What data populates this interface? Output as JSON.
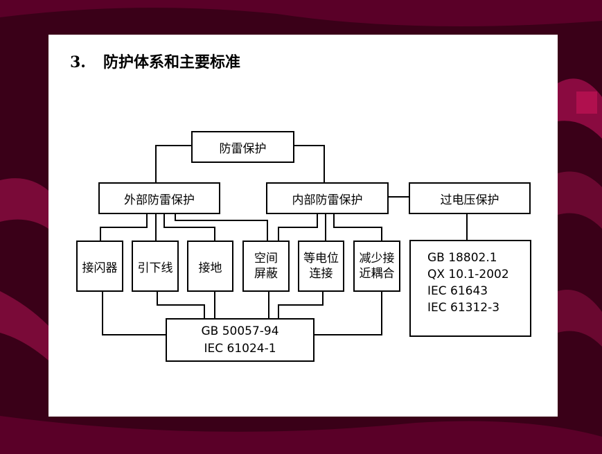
{
  "slide": {
    "title_number": "3.",
    "title_text": "防护体系和主要标准"
  },
  "diagram": {
    "root": "防雷保护",
    "external": "外部防雷保护",
    "internal": "内部防雷保护",
    "overvoltage": "过电压保护",
    "components": {
      "air_terminal": "接闪器",
      "down_conductor": "引下线",
      "grounding": "接地",
      "shielding": [
        "空间",
        "屏蔽"
      ],
      "bonding": [
        "等电位",
        "连接"
      ],
      "reduce_coupling": [
        "减少接",
        "近耦合"
      ]
    },
    "lightning_standards": [
      "GB 50057-94",
      "IEC 61024-1"
    ],
    "overvoltage_standards": [
      "GB 18802.1",
      "QX 10.1-2002",
      "IEC 61643",
      "IEC 61312-3"
    ]
  },
  "colors": {
    "background": "#3a0018",
    "slide": "#ffffff",
    "ribbon": "#8a0a40",
    "border": "#000000"
  }
}
